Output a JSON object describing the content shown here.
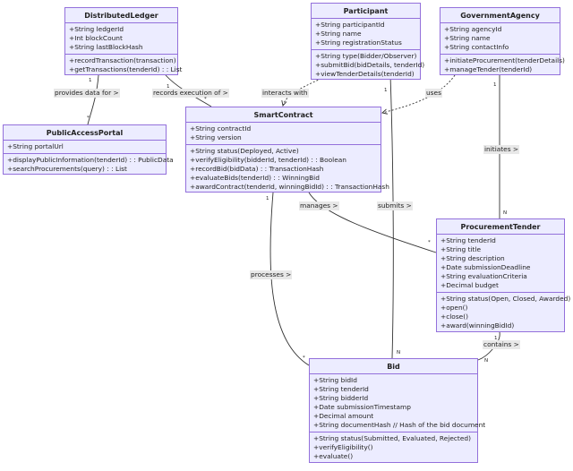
{
  "classes": {
    "distributed_ledger": {
      "name": "DistributedLedger",
      "attributes": [
        "+String ledgerId",
        "+Int blockCount",
        "+String lastBlockHash"
      ],
      "methods": [
        "+recordTransaction(transaction)",
        "+getTransactions(tenderId) : : List"
      ]
    },
    "participant": {
      "name": "Participant",
      "attributes": [
        "+String participantId",
        "+String name",
        "+String registrationStatus"
      ],
      "methods": [
        "+String type(Bidder/Observer)",
        "+submitBid(bidDetails, tenderId)",
        "+viewTenderDetails(tenderId)"
      ]
    },
    "government_agency": {
      "name": "GovernmentAgency",
      "attributes": [
        "+String agencyId",
        "+String name",
        "+String contactInfo"
      ],
      "methods": [
        "+initiateProcurement(tenderDetails)",
        "+manageTender(tenderId)"
      ]
    },
    "public_access_portal": {
      "name": "PublicAccessPortal",
      "attributes": [
        "+String portalUrl"
      ],
      "methods": [
        "+displayPublicInformation(tenderId) : : PublicData",
        "+searchProcurements(query) : : List"
      ]
    },
    "smart_contract": {
      "name": "SmartContract",
      "attributes": [
        "+String contractId",
        "+String version"
      ],
      "methods": [
        "+String status(Deployed, Active)",
        "+verifyEligibility(bidderId, tenderId) : : Boolean",
        "+recordBid(bidData) : : TransactionHash",
        "+evaluateBids(tenderId) : : WinningBid",
        "+awardContract(tenderId, winningBidId) : : TransactionHash"
      ]
    },
    "procurement_tender": {
      "name": "ProcurementTender",
      "attributes": [
        "+String tenderId",
        "+String title",
        "+String description",
        "+Date submissionDeadline",
        "+String evaluationCriteria",
        "+Decimal budget"
      ],
      "methods": [
        "+String status(Open, Closed, Awarded)",
        "+open()",
        "+close()",
        "+award(winningBidId)"
      ]
    },
    "bid": {
      "name": "Bid",
      "attributes": [
        "+String bidId",
        "+String tenderId",
        "+String bidderId",
        "+Date submissionTimestamp",
        "+Decimal amount",
        "+String documentHash // Hash of the bid document"
      ],
      "methods": [
        "+String status(Submitted, Evaluated, Rejected)",
        "+verifyEligibility()",
        "+evaluate()"
      ]
    }
  },
  "relations": {
    "provides_data_for": "provides data for >",
    "records_execution_of": "records execution of >",
    "interacts_with": "interacts with",
    "uses": "uses",
    "initiates": "initiates >",
    "manages": "manages >",
    "submits": "submits >",
    "processes": "processes >",
    "contains": "contains >"
  },
  "multiplicities": {
    "ledger_portal_from": "1",
    "ledger_portal_to": "*",
    "ledger_contract_from": "1",
    "ledger_contract_to": "*",
    "participant_bid_from": "1",
    "participant_bid_to": "N",
    "agency_tender_from": "1",
    "agency_tender_to": "N",
    "contract_tender_to": "*",
    "contract_bid_from": "1",
    "contract_bid_to": "*",
    "tender_bid_from": "1",
    "tender_bid_to": "N"
  }
}
